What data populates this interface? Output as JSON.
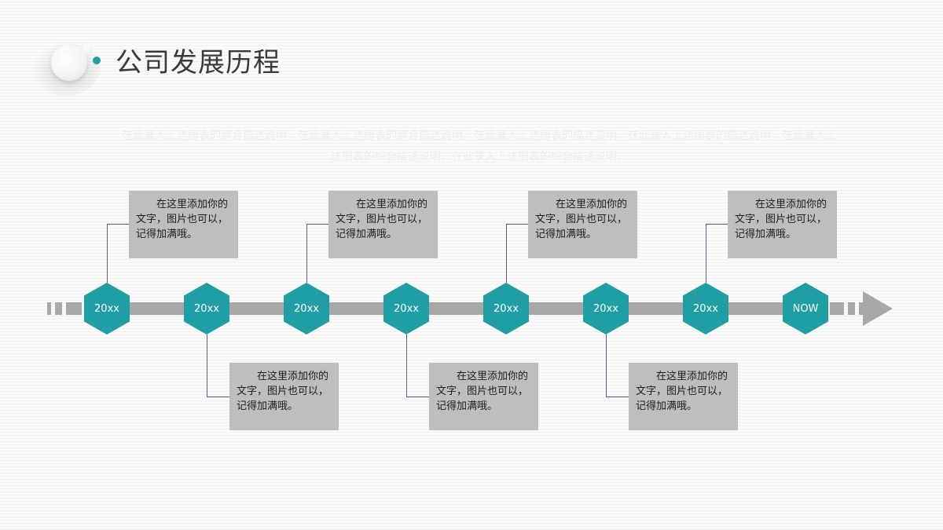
{
  "header": {
    "title": "公司发展历程"
  },
  "description": "在此录入上述图表的综合描述说明，在此录入上述图表的综合描述说明。在此录入上述图表的描述说明，在此录入上述图表的描述说明，在此录入上述图表的综合描述说明，在此录入上述图表的综合描述说明。",
  "colors": {
    "accent": "#1f9ea3",
    "timeline": "#a8a8a8",
    "callout_bg": "#bebebe",
    "connector": "#5a5a8a"
  },
  "timeline": {
    "milestones": [
      {
        "label": "20xx",
        "text": "在这里添加你的文字，图片也可以，记得加满哦。",
        "position": "above"
      },
      {
        "label": "20xx",
        "text": "在这里添加你的文字，图片也可以，记得加满哦。",
        "position": "below"
      },
      {
        "label": "20xx",
        "text": "在这里添加你的文字，图片也可以，记得加满哦。",
        "position": "above"
      },
      {
        "label": "20xx",
        "text": "在这里添加你的文字，图片也可以，记得加满哦。",
        "position": "below"
      },
      {
        "label": "20xx",
        "text": "在这里添加你的文字，图片也可以，记得加满哦。",
        "position": "above"
      },
      {
        "label": "20xx",
        "text": "在这里添加你的文字，图片也可以，记得加满哦。",
        "position": "below"
      },
      {
        "label": "20xx",
        "text": "在这里添加你的文字，图片也可以，记得加满哦。",
        "position": "above"
      },
      {
        "label": "NOW"
      }
    ]
  }
}
